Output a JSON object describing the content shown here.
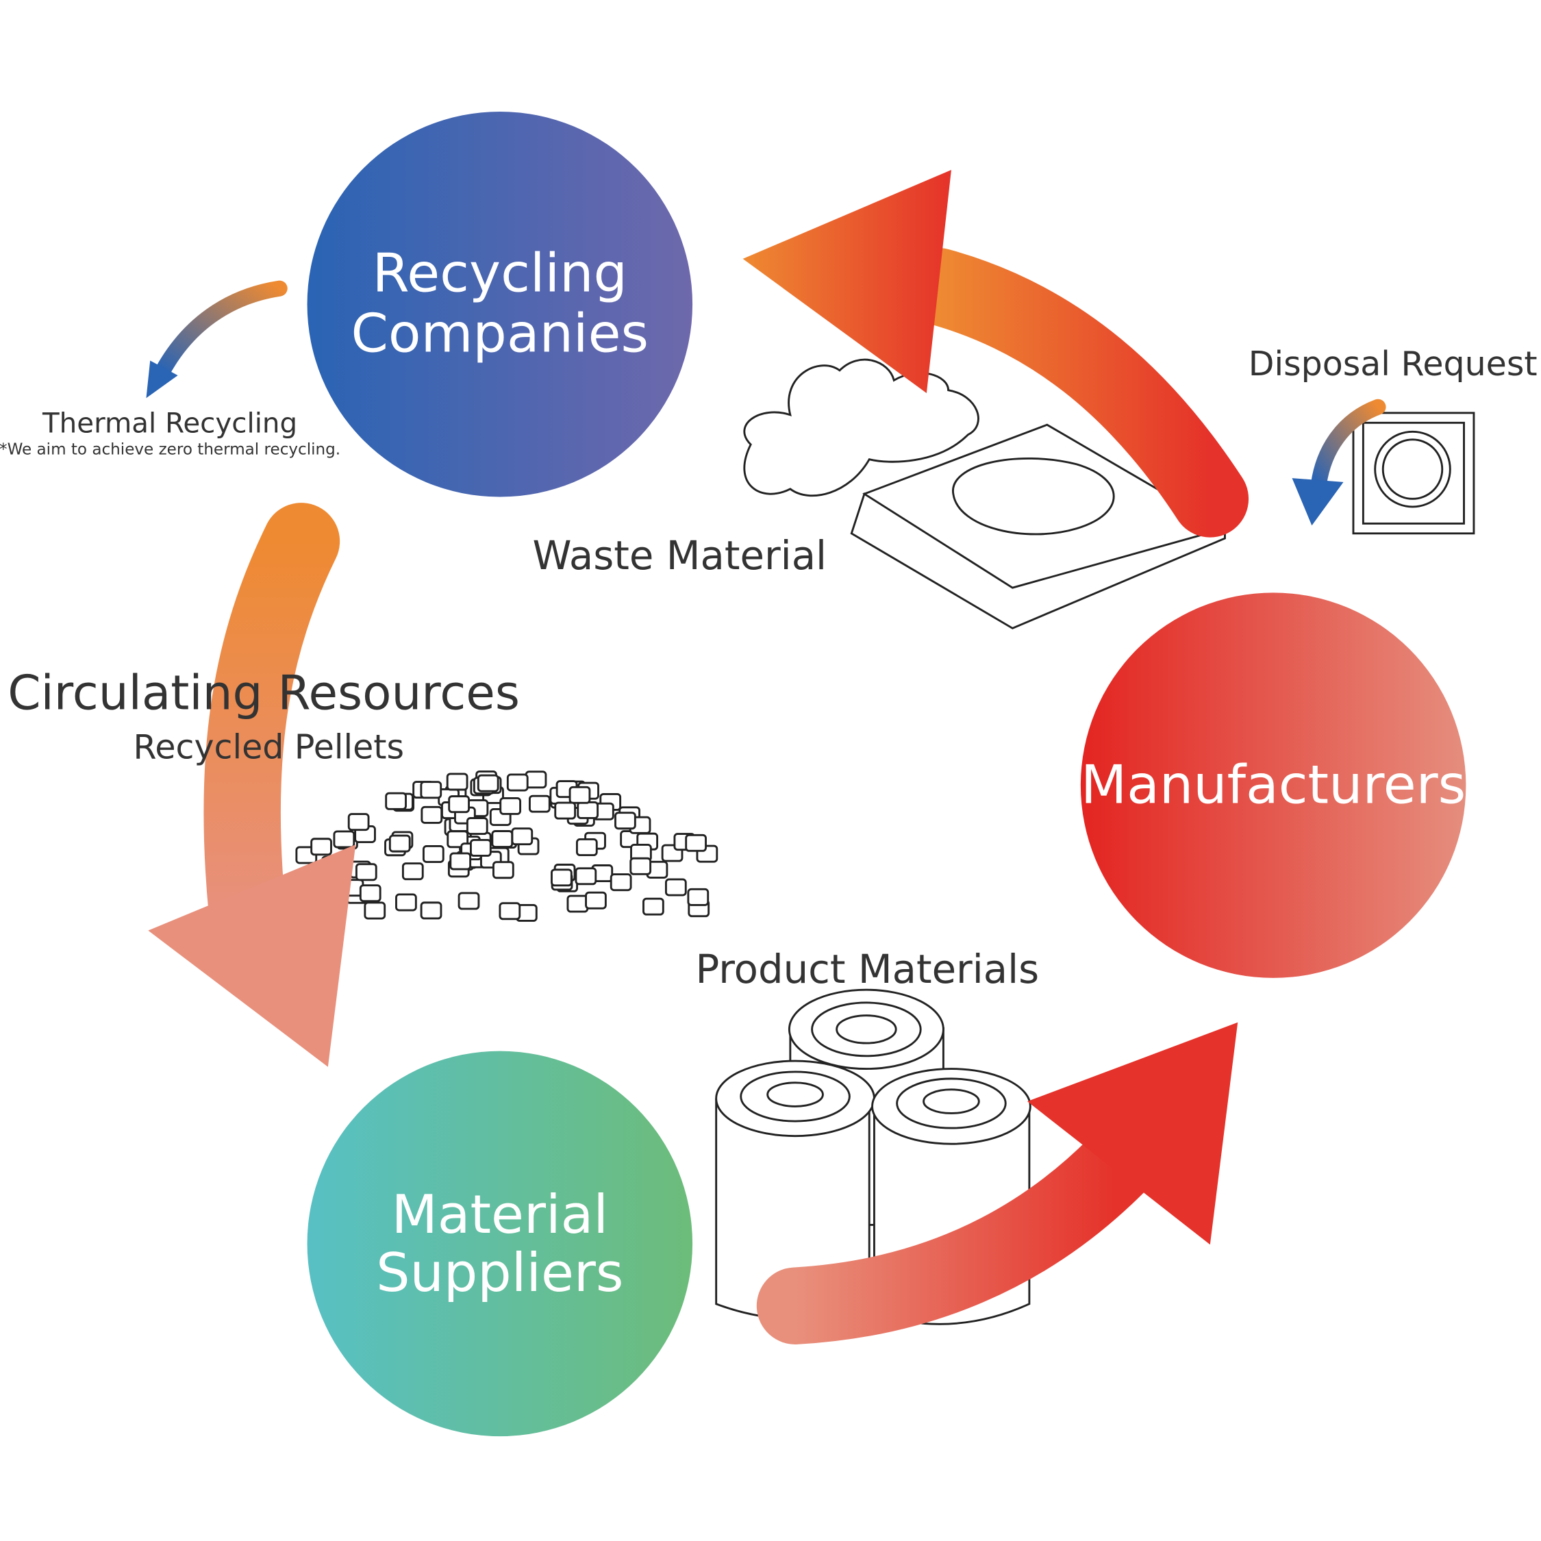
{
  "nodes": {
    "recycling": {
      "line1": "Recycling",
      "line2": "Companies",
      "colors": [
        "#2a64b4",
        "#6e68ac"
      ]
    },
    "manufacturers": {
      "line1": "Manufacturers",
      "colors": [
        "#e42420",
        "#e58e7e"
      ]
    },
    "suppliers": {
      "line1": "Material",
      "line2": "Suppliers",
      "colors": [
        "#58c0c4",
        "#6cbc7a"
      ]
    }
  },
  "labels": {
    "thermal": "Thermal  Recycling",
    "thermal_note": "*We aim to achieve zero thermal recycling.",
    "disposal": "Disposal Request",
    "waste": "Waste Material",
    "circulating": "Circulating  Resources",
    "pellets": "Recycled Pellets",
    "product": "Product Materials"
  },
  "arrow_colors": {
    "orange": "#ee8a32",
    "red": "#e5322a",
    "salmon": "#e8907c",
    "blue": "#2a64b4"
  }
}
